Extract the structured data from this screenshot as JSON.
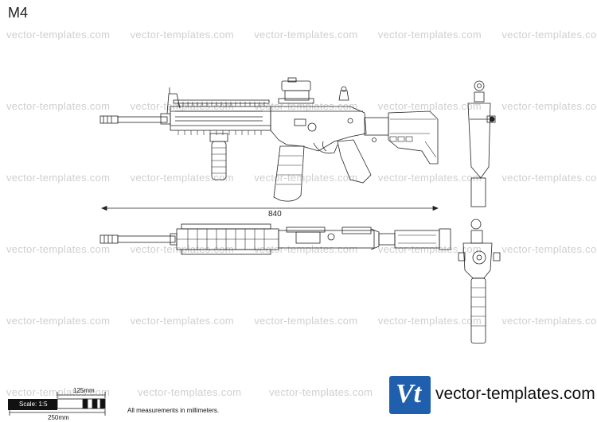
{
  "title": "M4",
  "watermark": "vector-templates.com",
  "dimension": "840",
  "scale": {
    "label": "Scale: 1:5",
    "top_label": "125mm",
    "bottom_label": "250mm"
  },
  "note": "All measurements in millimeters.",
  "brand": {
    "logo_text": "Vt",
    "name": "vector-templates.com",
    "color": "#1f5fae"
  }
}
